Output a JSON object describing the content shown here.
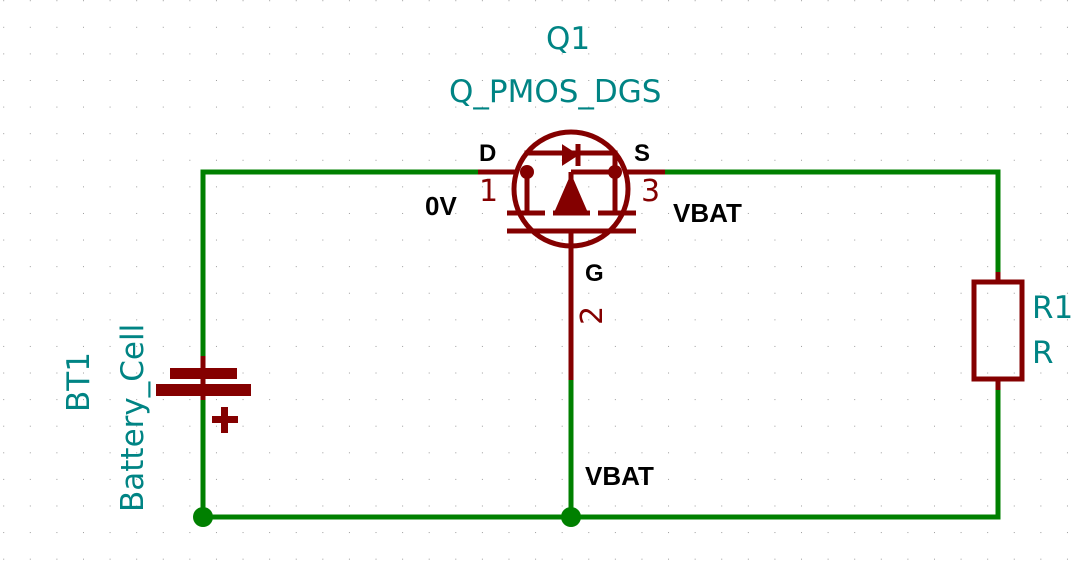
{
  "document": {
    "type": "schematic-diagram",
    "title": "Battery / PMOS reverse-polarity protection schematic"
  },
  "colors": {
    "wire": "#008000",
    "component_outline": "#840000",
    "field_text": "#008484",
    "net_label_text": "#000000",
    "pin_name_text": "#000000",
    "pin_number_text": "#840000",
    "junction": "#008000",
    "grid_dot": "#9a9a9a",
    "background": "#ffffff"
  },
  "components": [
    {
      "id": "Q1",
      "reference": "Q1",
      "value": "Q_PMOS_DGS",
      "kind": "pmos-transistor",
      "pins": [
        {
          "number": "1",
          "name": "D"
        },
        {
          "number": "2",
          "name": "G"
        },
        {
          "number": "3",
          "name": "S"
        }
      ]
    },
    {
      "id": "BT1",
      "reference": "BT1",
      "value": "Battery_Cell",
      "kind": "battery-cell",
      "polarity_marker": "+"
    },
    {
      "id": "R1",
      "reference": "R1",
      "value": "R",
      "kind": "resistor"
    }
  ],
  "net_labels": [
    {
      "id": "drain-net",
      "text": "0V"
    },
    {
      "id": "source-net",
      "text": "VBAT"
    },
    {
      "id": "bottom-net",
      "text": "VBAT"
    }
  ],
  "junctions": [
    {
      "id": "battery-negative-junction"
    },
    {
      "id": "gate-bottom-junction"
    }
  ],
  "labels": {
    "q1_ref": "Q1",
    "q1_value": "Q_PMOS_DGS",
    "bt1_ref": "BT1",
    "bt1_value": "Battery_Cell",
    "r1_ref": "R1",
    "r1_value": "R",
    "pin_d_name": "D",
    "pin_d_num": "1",
    "pin_g_name": "G",
    "pin_g_num": "2",
    "pin_s_name": "S",
    "pin_s_num": "3",
    "net_0v": "0V",
    "net_vbat_right": "VBAT",
    "net_vbat_bottom": "VBAT",
    "battery_plus": "+"
  }
}
